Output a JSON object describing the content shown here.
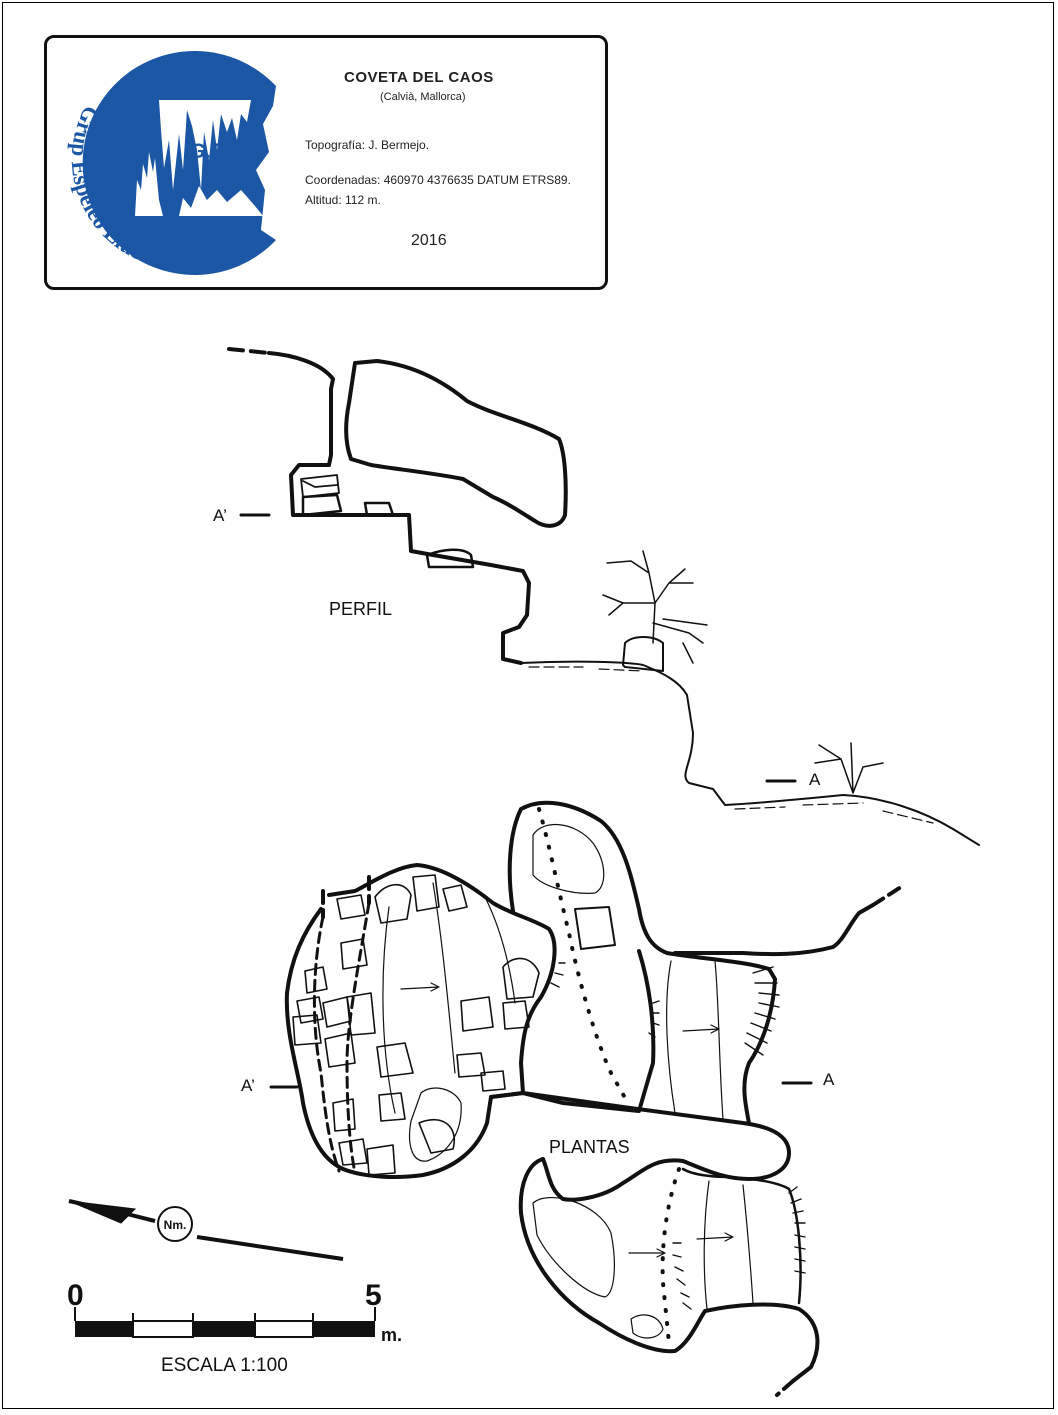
{
  "header": {
    "title": "COVETA  DEL CAOS",
    "location": "(Calvià, Mallorca)",
    "topography": "Topografía: J. Bermejo.",
    "coordinates": "Coordenadas:  460970 4376635  DATUM ETRS89.",
    "altitude": "Altitud: 112 m.",
    "year": "2016"
  },
  "logo": {
    "club_abbr": "G.E.LL.",
    "club_name": "Grup Espeleo Llubí",
    "color": "#1c57a5"
  },
  "profile": {
    "label": "PERFIL",
    "marker_a": "A",
    "marker_a_prime": "A’"
  },
  "plan": {
    "label": "PLANTAS",
    "marker_a": "A",
    "marker_a_prime": "A’"
  },
  "north": {
    "label": "Nm.",
    "icon": "north-arrow-icon"
  },
  "scale_bar": {
    "start_label": "0",
    "end_label": "5",
    "unit": "m.",
    "caption": "ESCALA 1:100"
  }
}
